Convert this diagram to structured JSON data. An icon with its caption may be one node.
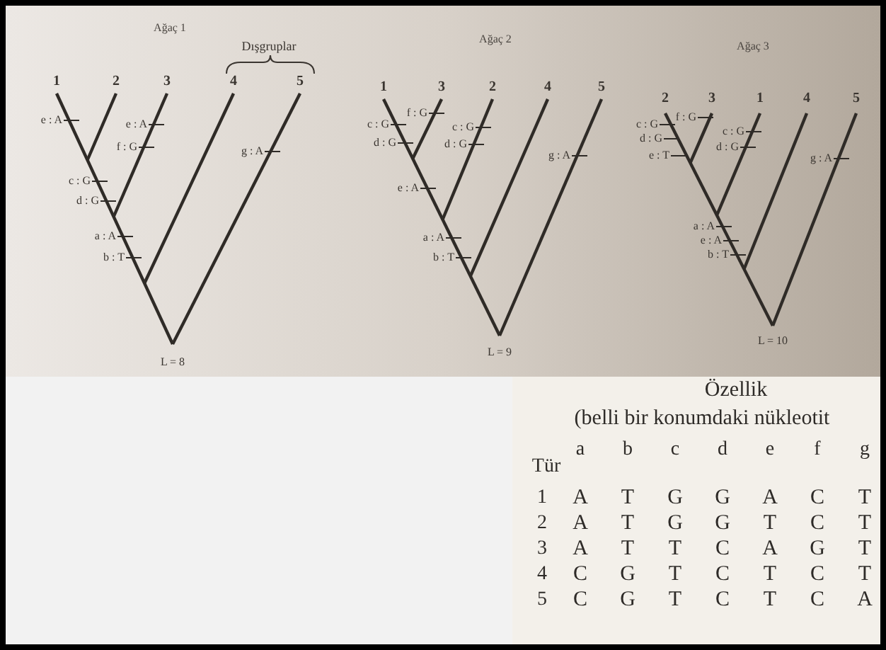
{
  "diagram": {
    "labels": [
      "Ağaç 1",
      "Dışgruplar",
      "1",
      "2",
      "3",
      "4",
      "5",
      "e : A",
      "e : A",
      "f : G",
      "g : A",
      "c : G",
      "d : G",
      "a : A",
      "b : T",
      "L = 8",
      "Ağaç 2",
      "1",
      "3",
      "2",
      "4",
      "5",
      "f : G",
      "c : G",
      "c : G",
      "d : G",
      "d : G",
      "g : A",
      "e : A",
      "a : A",
      "b : T",
      "L = 9",
      "Ağaç 3",
      "2",
      "3",
      "1",
      "4",
      "5",
      "f : G",
      "c : G",
      "c : G",
      "d : G",
      "d : G",
      "e : T",
      "g : A",
      "a : A",
      "e : A",
      "b : T",
      "L = 10",
      "Özellik",
      "(belli bir konumdaki nükleotit",
      "a",
      "b",
      "c",
      "d",
      "e",
      "f",
      "g",
      "Tür",
      "1",
      "A",
      "T",
      "G",
      "G",
      "A",
      "C",
      "T",
      "2",
      "A",
      "T",
      "G",
      "G",
      "T",
      "C",
      "T",
      "3",
      "A",
      "T",
      "T",
      "C",
      "A",
      "G",
      "T",
      "4",
      "C",
      "G",
      "T",
      "C",
      "T",
      "C",
      "T",
      "5",
      "C",
      "G",
      "T",
      "C",
      "T",
      "C",
      "A"
    ]
  }
}
